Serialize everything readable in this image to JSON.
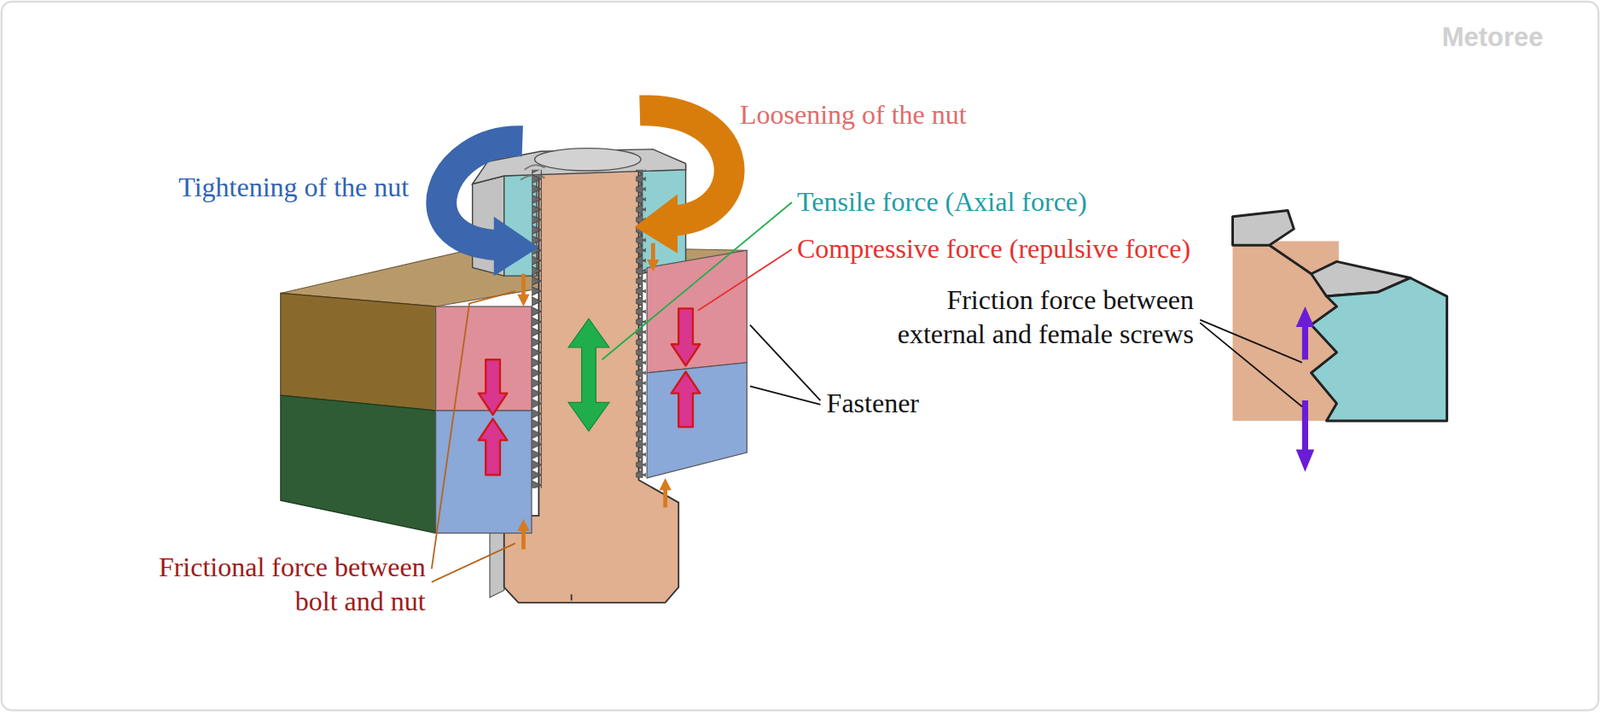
{
  "diagram": {
    "labels": [
      "Loosening of the nut",
      "Tightening of the nut",
      "Tensile force (Axial force)",
      "Compressive force (repulsive force)",
      "Fastener",
      "Frictional force between bolt and nut",
      "Friction force between external and female screws",
      "Metoree"
    ]
  }
}
